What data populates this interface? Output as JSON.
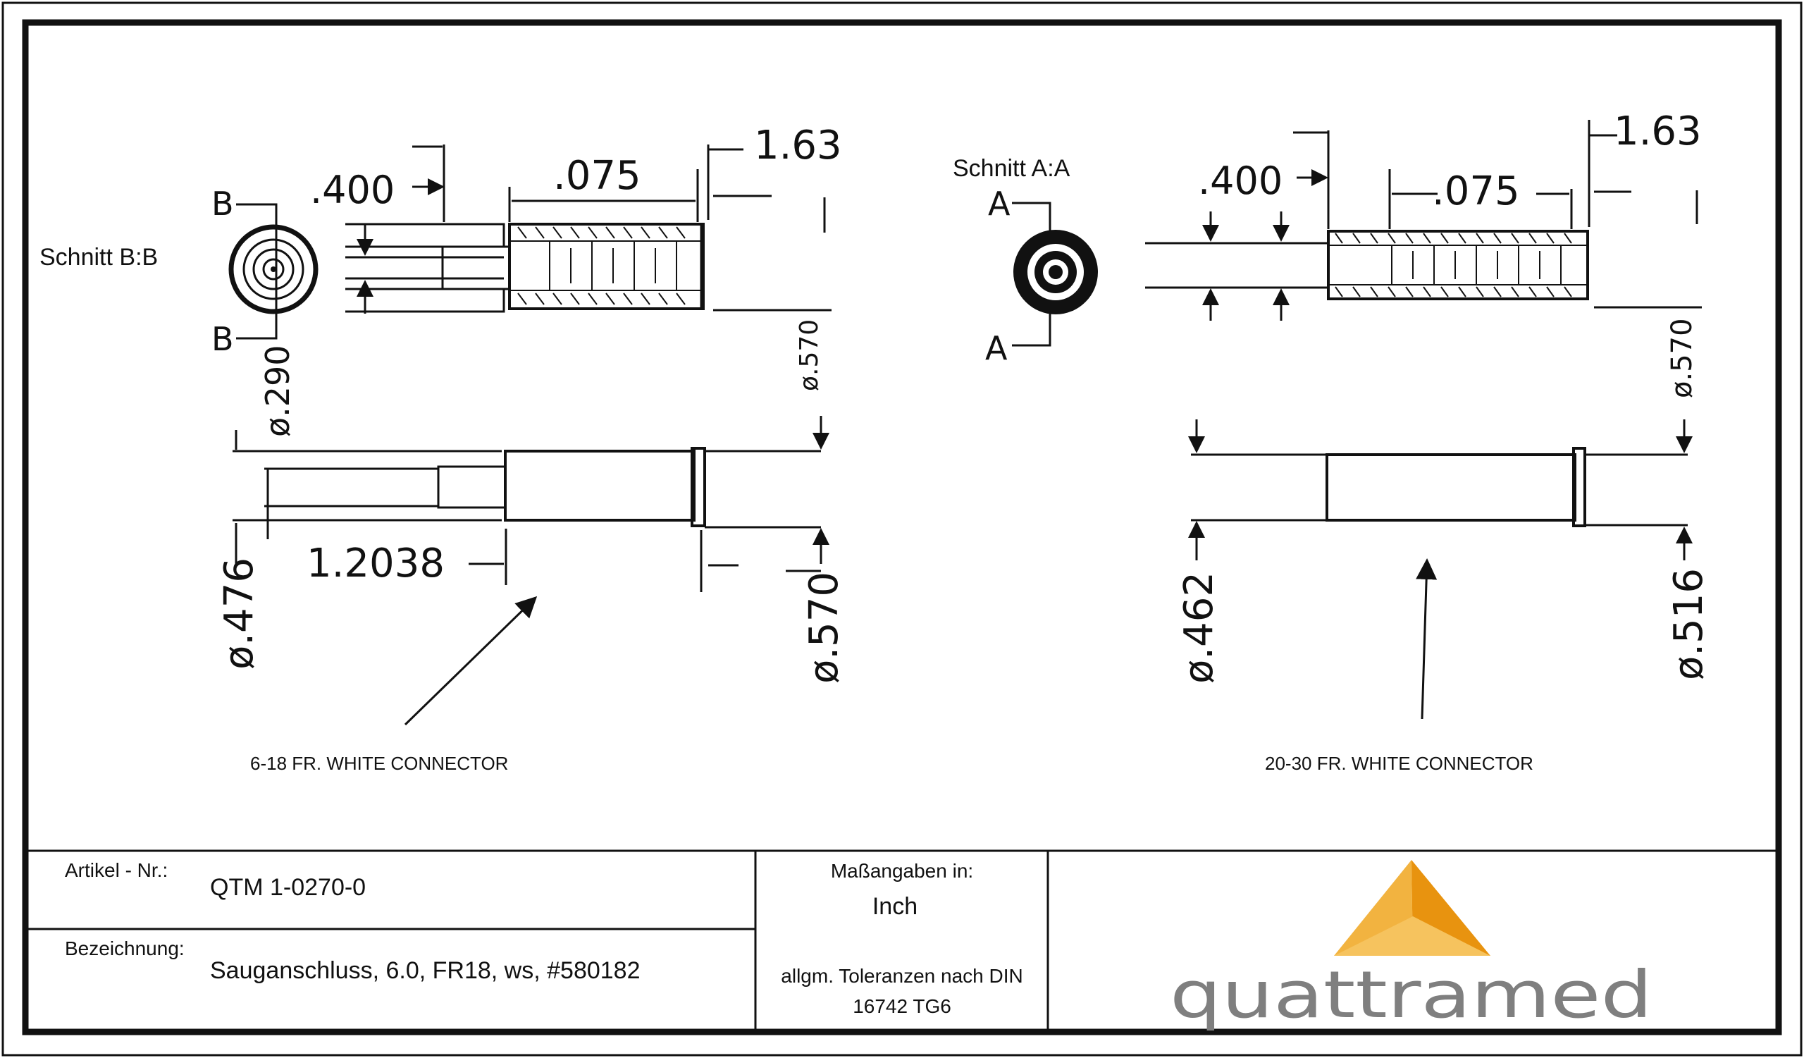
{
  "views": {
    "left": {
      "section_label": "Schnitt B:B",
      "section_marker": "B",
      "caption": "6-18 FR. WHITE CONNECTOR",
      "dims": {
        "d_400": ".400",
        "d_075": ".075",
        "d_163": "1.63",
        "d_290": "ø.290",
        "d_570_small": "ø.570",
        "d_12038": "1.2038",
        "d_476": "ø.476",
        "d_570": "ø.570"
      }
    },
    "right": {
      "section_label": "Schnitt A:A",
      "section_marker": "A",
      "caption": "20-30 FR. WHITE CONNECTOR",
      "dims": {
        "d_400": ".400",
        "d_075": ".075",
        "d_163": "1.63",
        "d_570_small": "ø.570",
        "d_462": "ø.462",
        "d_516": "ø.516"
      }
    }
  },
  "title_block": {
    "article_label": "Artikel - Nr.:",
    "article_value": "QTM 1-0270-0",
    "designation_label": "Bezeichnung:",
    "designation_value": "Sauganschluss, 6.0, FR18, ws, #580182",
    "units_label": "Maßangaben in:",
    "units_value": "Inch",
    "tolerance_line1": "allgm. Toleranzen nach DIN",
    "tolerance_line2": "16742 TG6"
  },
  "logo": {
    "text": "quattramed",
    "colors": {
      "top": "#E8930F",
      "left": "#F2B340",
      "right": "#EC9E1B",
      "text": "#7F7F7F"
    }
  }
}
